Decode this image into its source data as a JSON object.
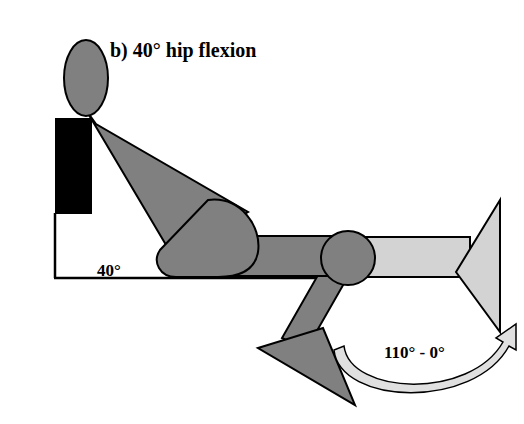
{
  "diagram": {
    "title": "b) 40° hip flexion",
    "labels": [
      "40°",
      "110° - 0°"
    ]
  }
}
